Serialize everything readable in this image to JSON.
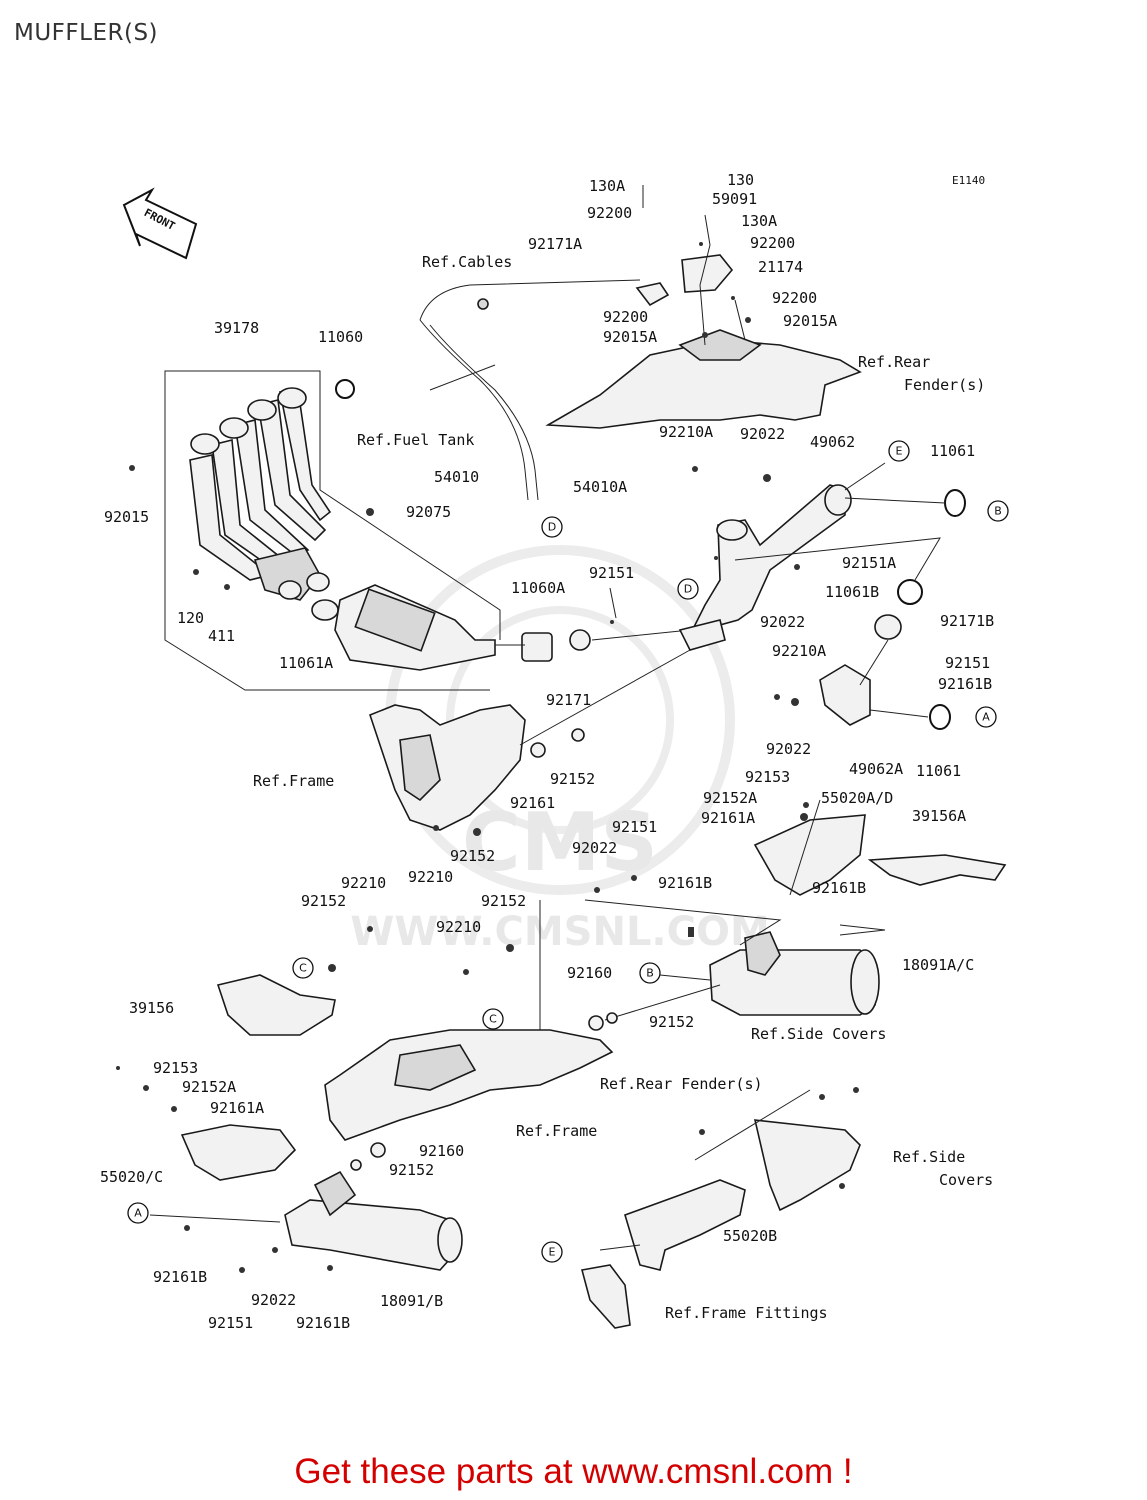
{
  "page": {
    "title": "MUFFLER(S)",
    "diagram_code": "E1140",
    "footer": "Get these parts at www.cmsnl.com !"
  },
  "watermark": {
    "brand": "CMS",
    "url": "WWW.CMSNL.COM"
  },
  "markers": {
    "A": "A",
    "B": "B",
    "C": "C",
    "D": "D",
    "E": "E"
  },
  "front_arrow": "FRONT",
  "labels": {
    "l130A": "130A",
    "l130": "130",
    "l59091": "59091",
    "l92200_a": "92200",
    "l130A_b": "130A",
    "l92171A": "92171A",
    "l92200_b": "92200",
    "refCables": "Ref.Cables",
    "l21174": "21174",
    "l92200_c": "92200",
    "l92200_d": "92200",
    "l92015A_a": "92015A",
    "l92015A_b": "92015A",
    "refRearFender1": "Ref.Rear",
    "refRearFender2": "Fender(s)",
    "l39178": "39178",
    "l11060": "11060",
    "refFuelTank": "Ref.Fuel Tank",
    "l92210A_a": "92210A",
    "l92022_a": "92022",
    "l49062": "49062",
    "l11061_a": "11061",
    "l54010": "54010",
    "l54010A": "54010A",
    "l92015": "92015",
    "l92075": "92075",
    "l92151A": "92151A",
    "l11060A": "11060A",
    "l92151_a": "92151",
    "l11061B": "11061B",
    "l92022_b": "92022",
    "l92171B": "92171B",
    "l120": "120",
    "l411": "411",
    "l92210A_b": "92210A",
    "l92151_b": "92151",
    "l92161B_a": "92161B",
    "l11061A": "11061A",
    "l92171": "92171",
    "l92022_c": "92022",
    "l49062A": "49062A",
    "l11061_b": "11061",
    "refFrame_a": "Ref.Frame",
    "l92152_a": "92152",
    "l92161_a": "92161",
    "l92153_a": "92153",
    "l92152A_a": "92152A",
    "l55020AD": "55020A/D",
    "l92161A_a": "92161A",
    "l39156A": "39156A",
    "l92151_c": "92151",
    "l92022_d": "92022",
    "l92152_b": "92152",
    "l92210_a": "92210",
    "l92161B_b": "92161B",
    "l92161B_c": "92161B",
    "l92210_b": "92210",
    "l92152_c": "92152",
    "l92152_d": "92152",
    "l92210_c": "92210",
    "l92160_a": "92160",
    "l18091AC": "18091A/C",
    "l39156": "39156",
    "l92152_e": "92152",
    "refSideCovers_a": "Ref.Side Covers",
    "l92153_b": "92153",
    "l92152A_b": "92152A",
    "l92161A_b": "92161A",
    "refRearFender_b": "Ref.Rear Fender(s)",
    "refFrame_b": "Ref.Frame",
    "l92160_b": "92160",
    "l92152_f": "92152",
    "refSideCovers_b1": "Ref.Side",
    "refSideCovers_b2": "Covers",
    "l55020C": "55020/C",
    "l55020B": "55020B",
    "l92161B_d": "92161B",
    "l92022_e": "92022",
    "l18091B": "18091/B",
    "l92151_d": "92151",
    "l92161B_e": "92161B",
    "refFrameFittings": "Ref.Frame Fittings"
  }
}
